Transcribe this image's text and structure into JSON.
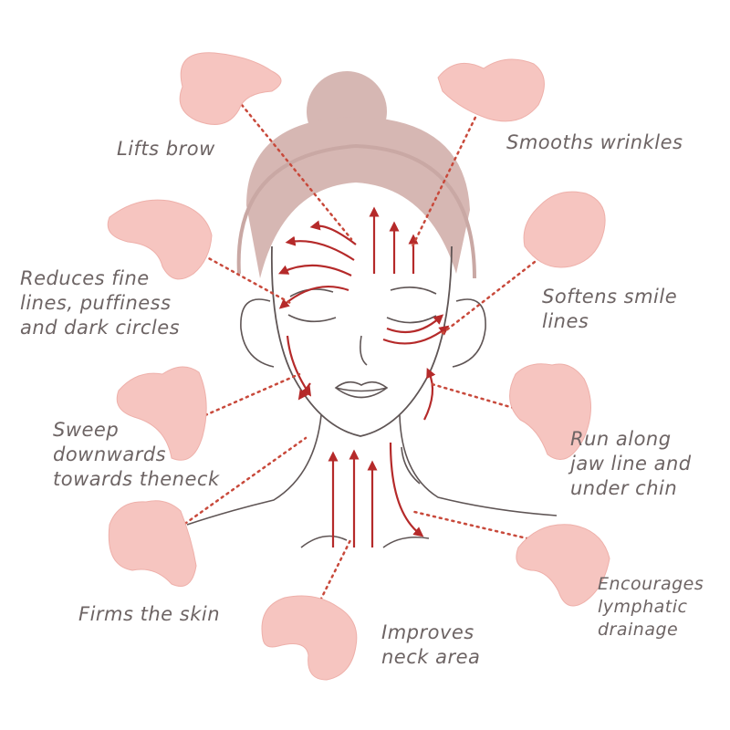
{
  "labels": {
    "lifts_brow": "Lifts brow",
    "smooths_wrinkles": "Smooths wrinkles",
    "reduces_fine_lines": "Reduces fine\nlines, puffiness\nand dark circles",
    "softens_smile": "Softens smile\nlines",
    "sweep_down": "Sweep\ndownwards\ntowards theneck",
    "jaw_line": "Run along\njaw line and\nunder chin",
    "firms_skin": "Firms the skin",
    "lymphatic": "Encourages\nlymphatic\ndrainage",
    "neck_area": "Improves\nneck area"
  },
  "colors": {
    "stone": "#f6c5c0",
    "stone_dark": "#eeb0aa",
    "outline": "#c9a8a4",
    "face_line": "#5f5555",
    "arrow": "#b52a2a",
    "dots": "#c8493b",
    "hair": "#d6b7b3",
    "text": "#6d6464"
  }
}
